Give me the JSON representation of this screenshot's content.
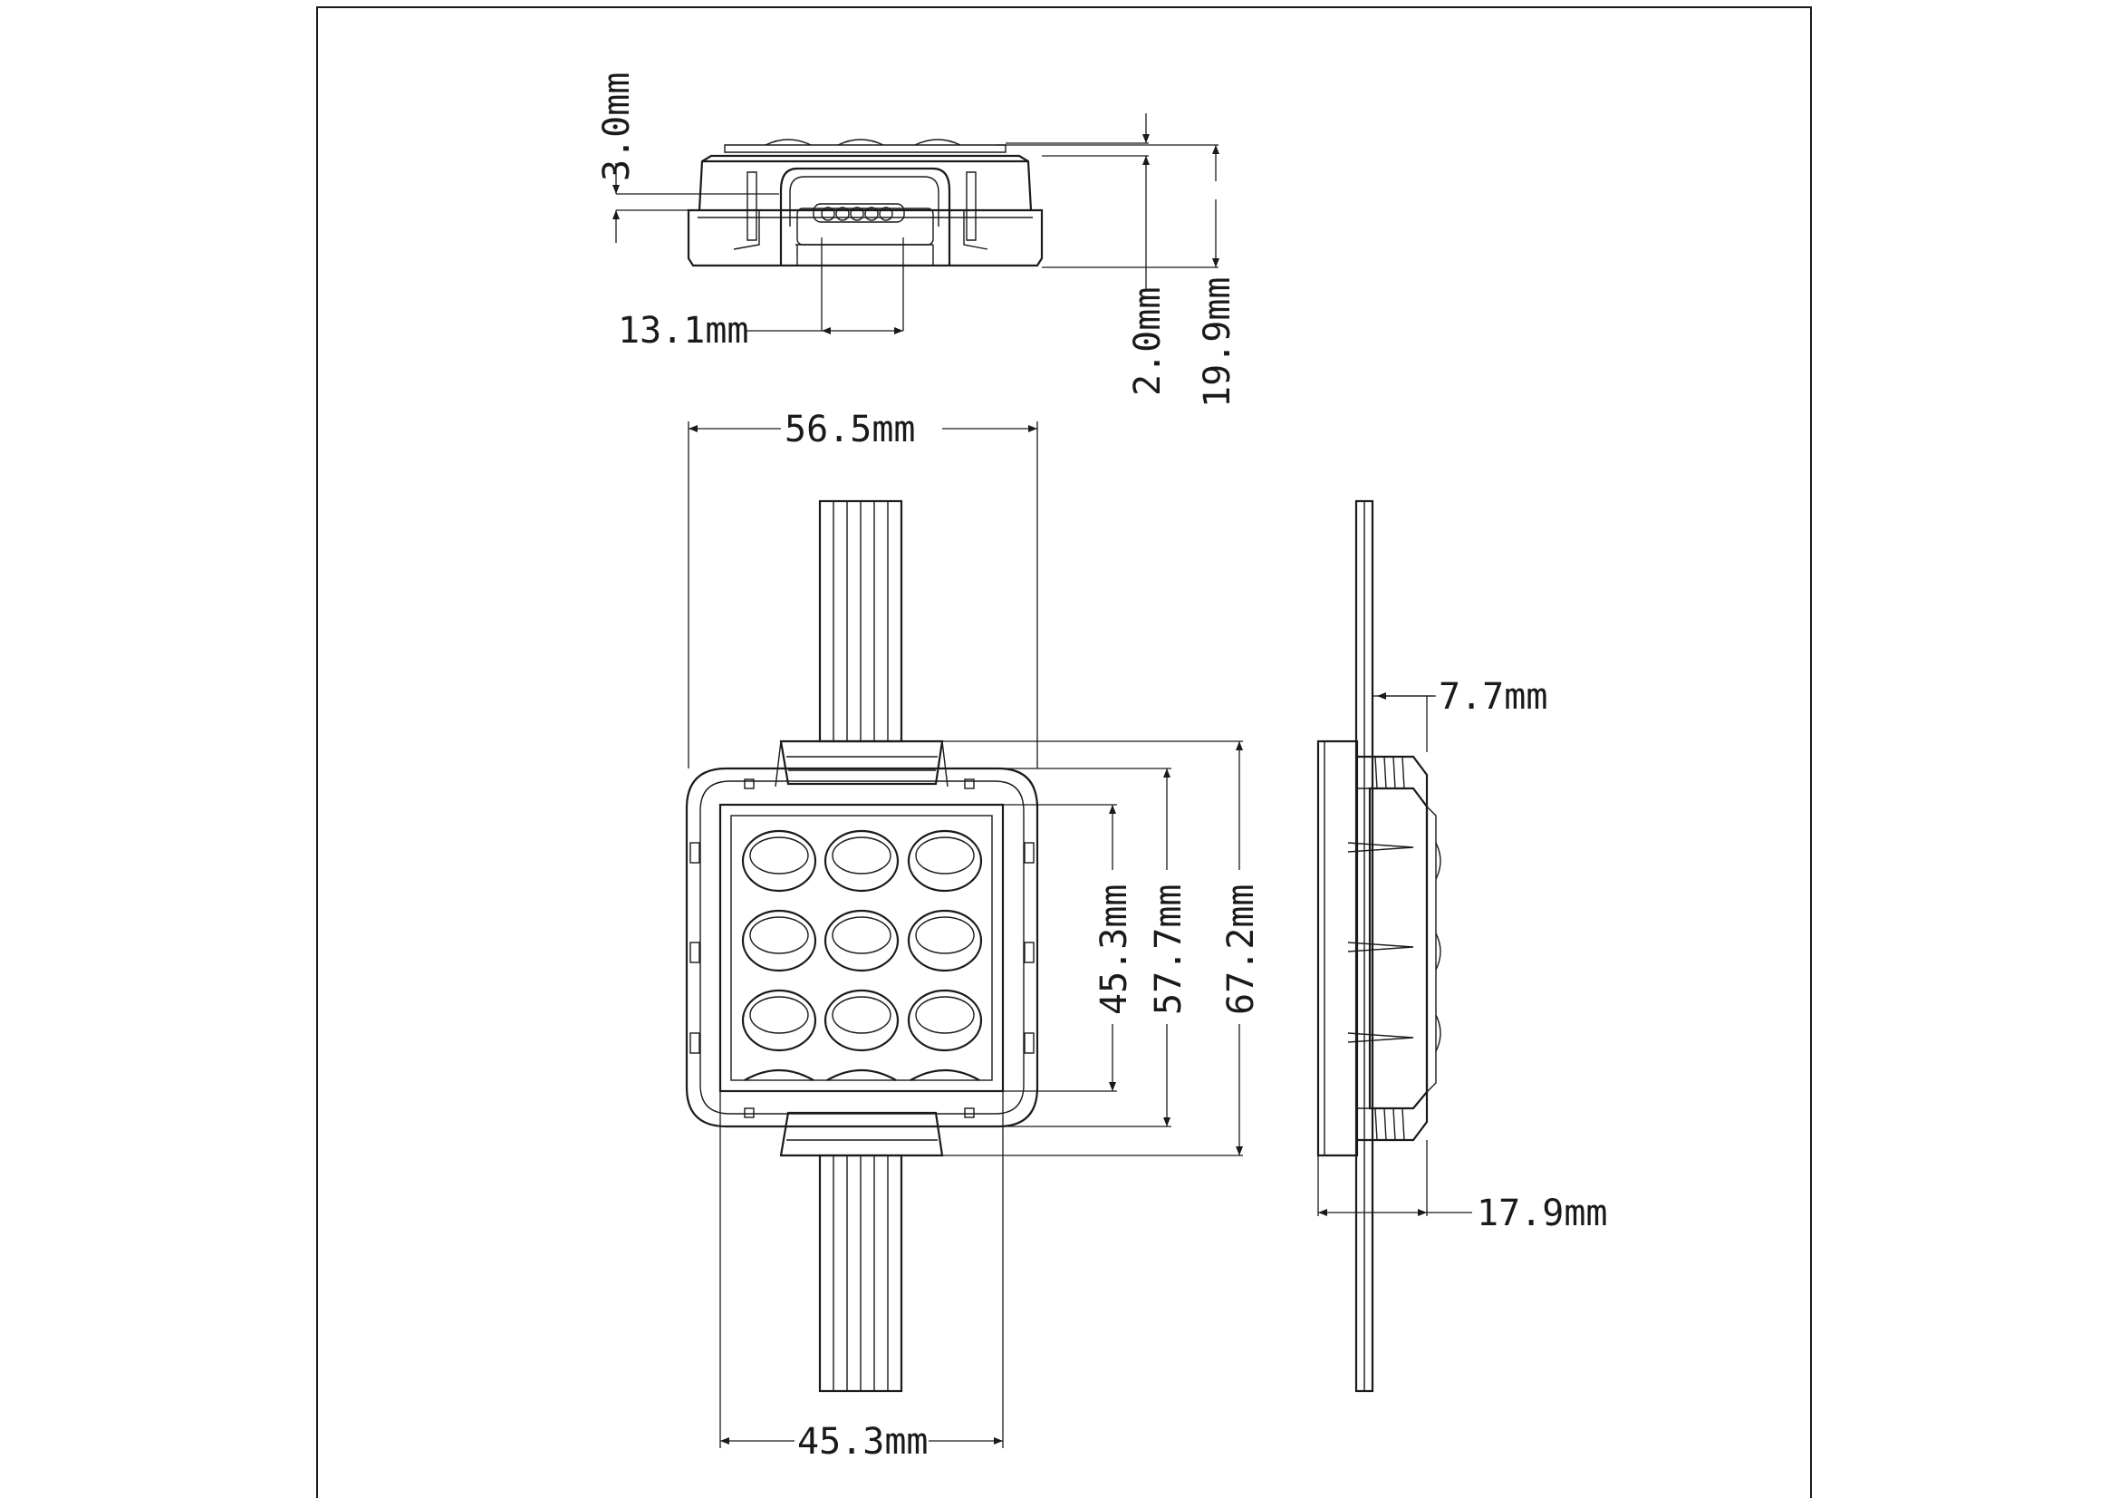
{
  "drawing": {
    "type": "technical drawing",
    "subject": "LED module with 9 lenses and cable leads",
    "views": [
      "side view",
      "front view",
      "right profile view"
    ],
    "line_color": "#1a1a1a",
    "background": "#ffffff"
  },
  "dimensions": {
    "top_view": {
      "lens_height": "3.0mm",
      "cable_width": "13.1mm",
      "base_thickness": "2.0mm",
      "total_height": "19.9mm"
    },
    "front_view": {
      "overall_width": "56.5mm",
      "bottom_width": "45.3mm",
      "inner_height": "45.3mm",
      "body_height": "57.7mm",
      "overall_height": "67.2mm"
    },
    "side_view": {
      "top_offset": "7.7mm",
      "depth": "17.9mm"
    }
  }
}
